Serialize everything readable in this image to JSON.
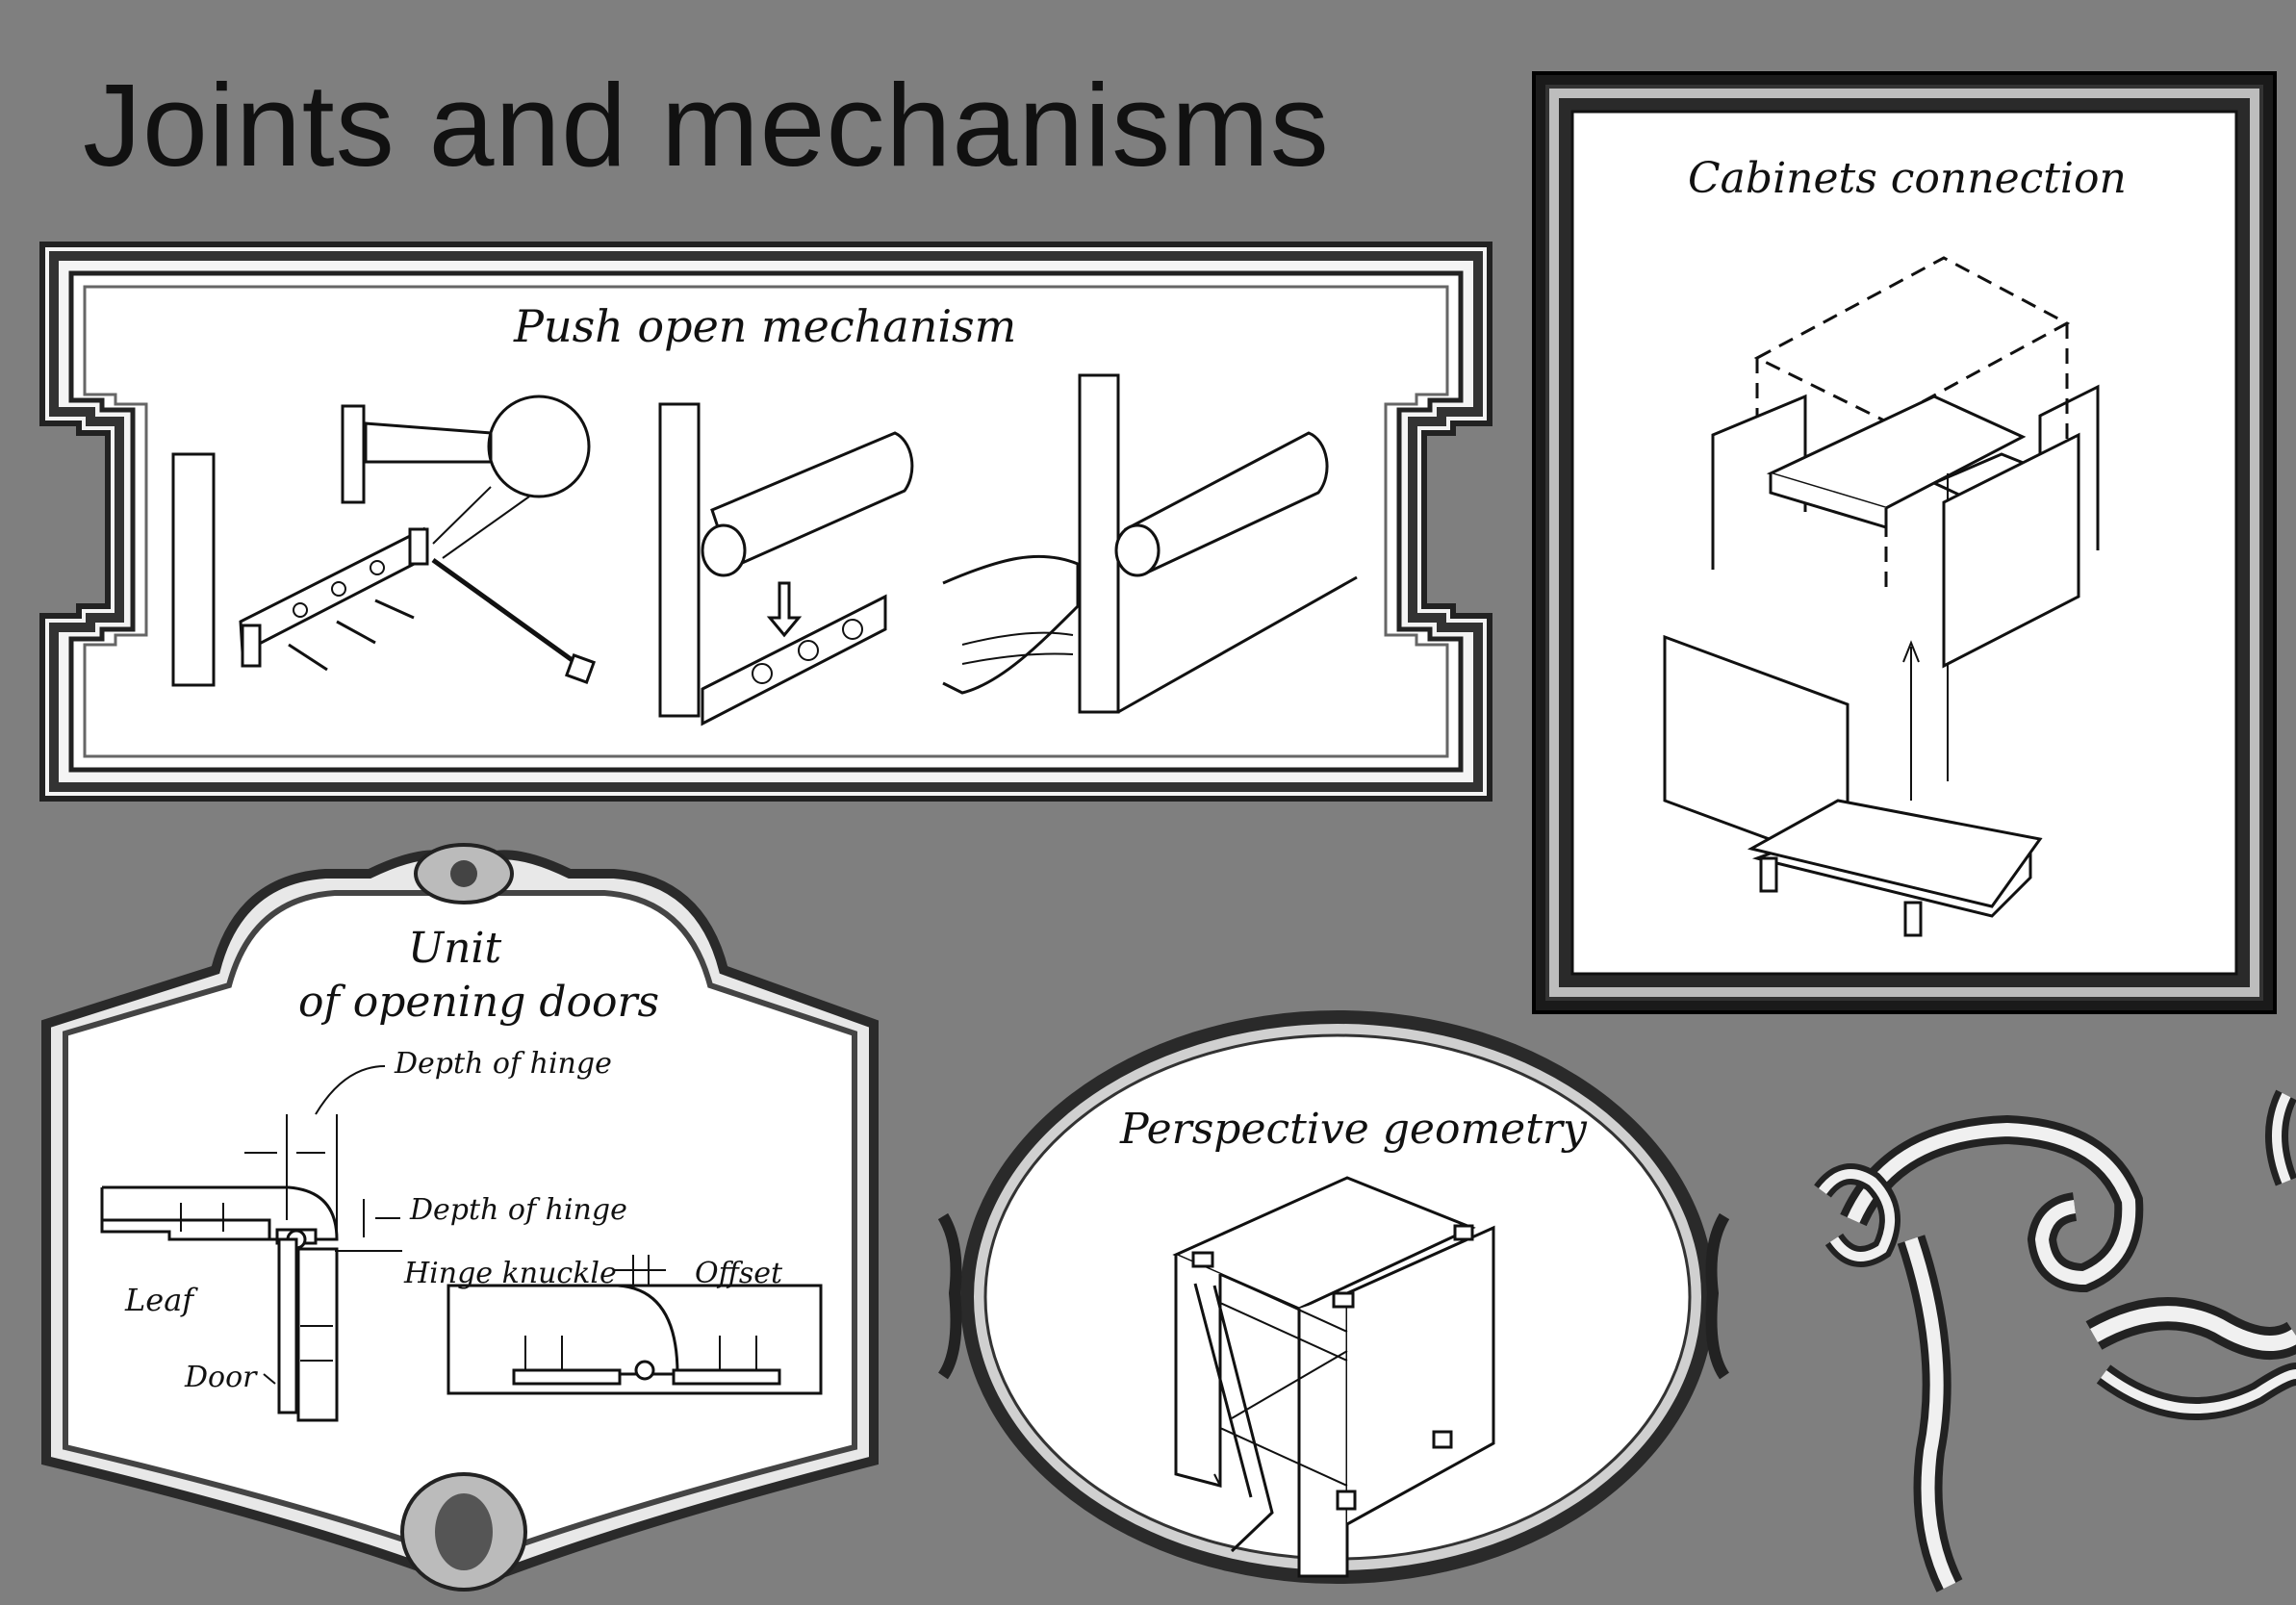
{
  "page": {
    "title": "Joints and mechanisms",
    "background_color": "#7f7f7f"
  },
  "panels": {
    "push_open": {
      "title": "Push open mechanism"
    },
    "cabinets": {
      "title": "Cabinets connection"
    },
    "opening_doors": {
      "title_line1": "Unit",
      "title_line2": "of opening doors",
      "labels": {
        "depth_of_hinge_top": "Depth of hinge",
        "depth_of_hinge_side": "Depth of hinge",
        "hinge_knuckle": "Hinge knuckle",
        "offset": "Offset",
        "leaf": "Leaf",
        "door": "Door"
      }
    },
    "perspective": {
      "title": "Perspective geometry"
    }
  }
}
